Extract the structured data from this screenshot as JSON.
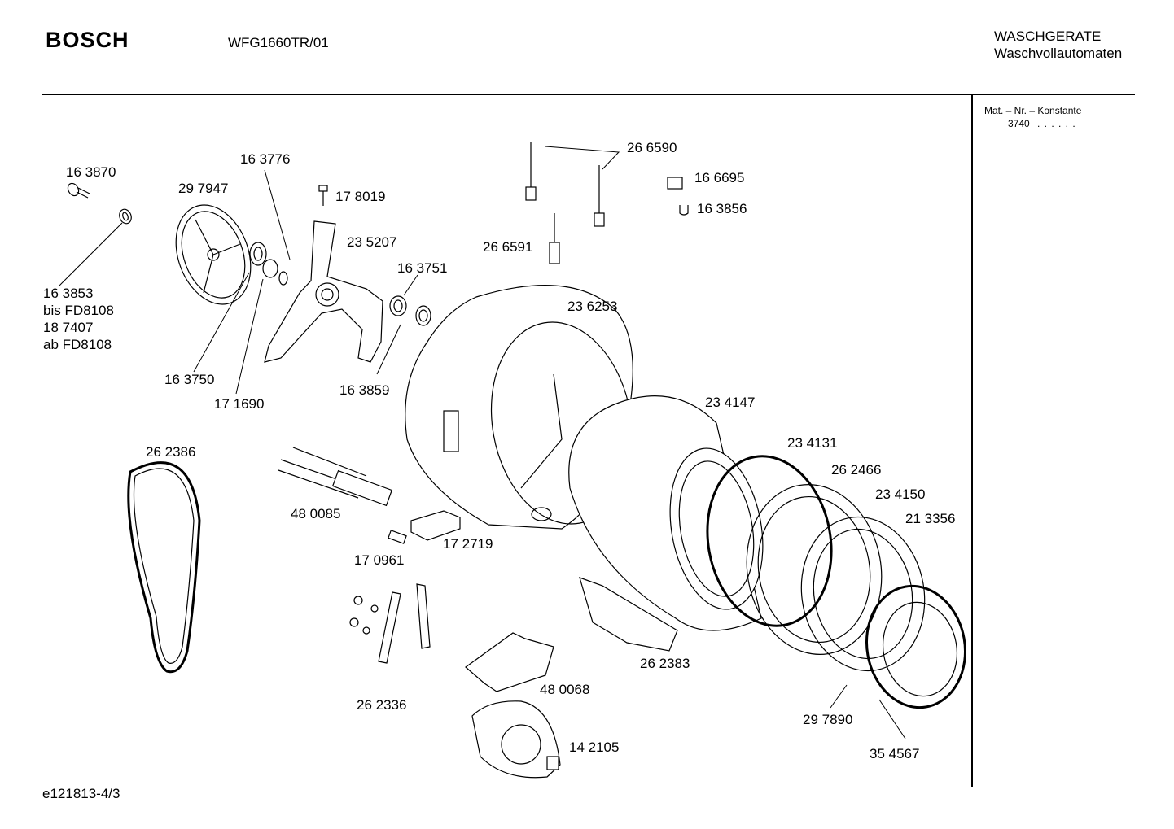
{
  "header": {
    "brand": "BOSCH",
    "model": "WFG1660TR/01",
    "category_line1": "WASCHGERATE",
    "category_line2": "Waschvollautomaten"
  },
  "side_panel": {
    "mat_label": "Mat. – Nr. – Konstante",
    "mat_value": "3740",
    "mat_dots": ". . . . . ."
  },
  "footer": {
    "document_id": "e121813-4/3"
  },
  "parts": {
    "p163870": "16 3870",
    "p297947": "29 7947",
    "p163776": "16 3776",
    "p178019": "17 8019",
    "p235207": "23 5207",
    "p163751": "16 3751",
    "p163853_a": "16 3853",
    "p163853_b": "bis FD8108",
    "p187407_a": "18 7407",
    "p187407_b": "ab FD8108",
    "p163750": "16 3750",
    "p171690": "17 1690",
    "p163859": "16 3859",
    "p266590": "26 6590",
    "p166695": "16 6695",
    "p163856": "16 3856",
    "p266591": "26 6591",
    "p236253": "23 6253",
    "p234147": "23 4147",
    "p234131": "23 4131",
    "p262466": "26 2466",
    "p234150": "23 4150",
    "p213356": "21 3356",
    "p262386": "26 2386",
    "p480085": "48 0085",
    "p172719": "17 2719",
    "p170961": "17 0961",
    "p262383": "26 2383",
    "p480068": "48 0068",
    "p262336": "26 2336",
    "p142105": "14 2105",
    "p297890": "29 7890",
    "p354567": "35 4567"
  }
}
